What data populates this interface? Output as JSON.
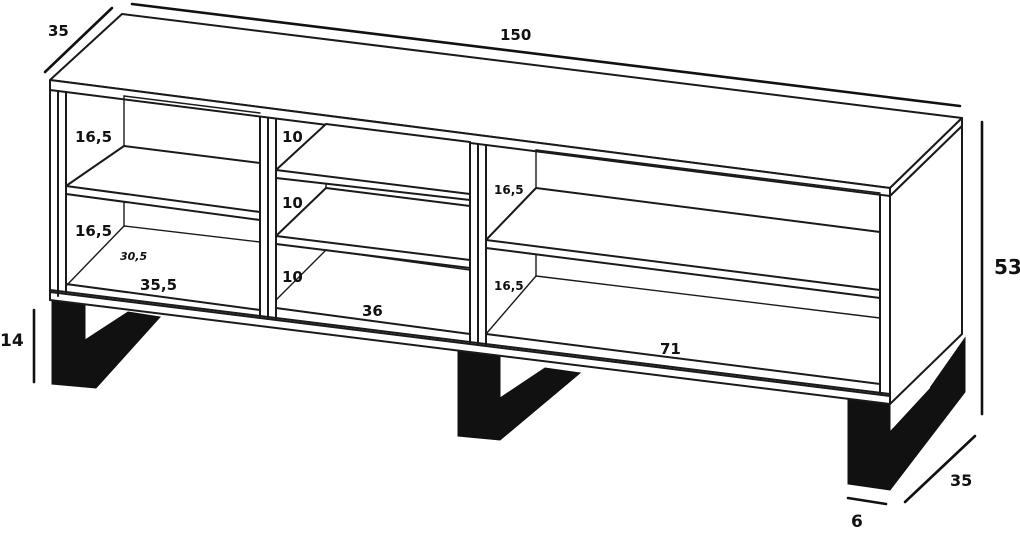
{
  "dimensions": {
    "depth_top_left": "35",
    "width_total": "150",
    "height_total": "53",
    "leg_height": "14",
    "depth_bottom_right": "35",
    "leg_width": "6",
    "left_upper_height": "16,5",
    "left_lower_height": "16,5",
    "left_inner_depth": "30,5",
    "left_width": "35,5",
    "middle_top_height": "10",
    "middle_mid_height": "10",
    "middle_bottom_height": "10",
    "middle_width": "36",
    "right_upper_height": "16,5",
    "right_lower_height": "16,5",
    "right_width": "71"
  },
  "colors": {
    "line": "#1a1a1a",
    "legs": "#111111",
    "background": "#ffffff"
  }
}
